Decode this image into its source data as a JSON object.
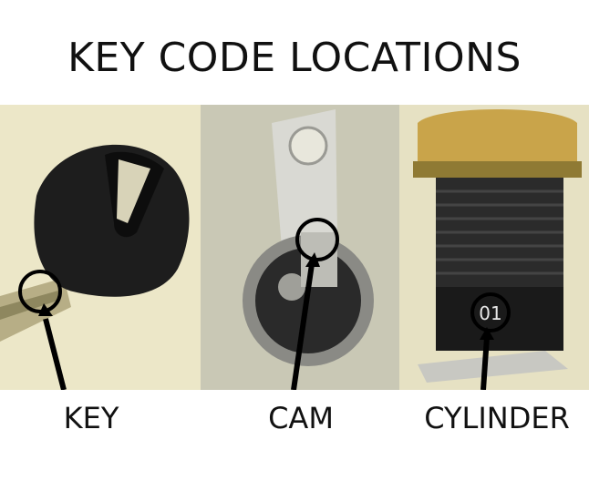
{
  "title": "KEY CODE LOCATIONS",
  "panels": [
    {
      "label": "KEY",
      "image": "key-photo"
    },
    {
      "label": "CAM",
      "image": "cam-photo"
    },
    {
      "label": "CYLINDER",
      "image": "cylinder-photo",
      "code_text": "01"
    }
  ],
  "colors": {
    "marker": "#000000",
    "background": "#ffffff",
    "brass": "#c9a44a"
  }
}
